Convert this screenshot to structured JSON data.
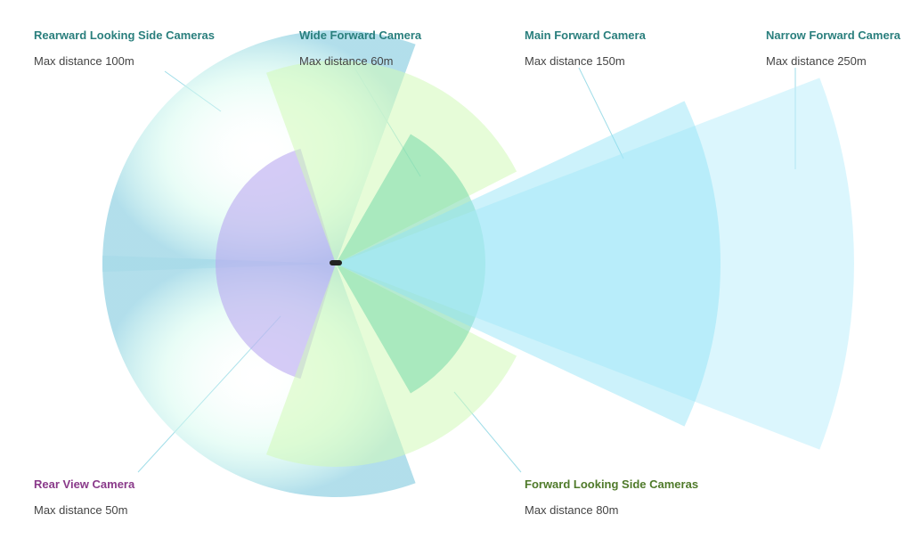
{
  "colors": {
    "rear_side": "#a9dbe9",
    "rear_side_glow": "#d6fbef",
    "wide_forward": "#6cd6a3",
    "main_forward": "#8fe3f6",
    "narrow_forward": "#bdeffb",
    "forward_side": "#d2f9b8",
    "rear_view": "#b9a8f0",
    "car": "#222222",
    "leader": "#9fdde8",
    "title_teal": "#2a7f7d",
    "title_purple": "#8a3a8a",
    "title_green": "#4f7a2a"
  },
  "cameras": [
    {
      "id": "rearward-side",
      "title": "Rearward Looking Side Cameras",
      "distance": "Max distance 100m",
      "color_key": "title_teal"
    },
    {
      "id": "wide-forward",
      "title": "Wide Forward Camera",
      "distance": "Max distance 60m",
      "color_key": "title_teal"
    },
    {
      "id": "main-forward",
      "title": "Main Forward Camera",
      "distance": "Max distance 150m",
      "color_key": "title_teal"
    },
    {
      "id": "narrow-forward",
      "title": "Narrow Forward Camera",
      "distance": "Max distance 250m",
      "color_key": "title_teal"
    },
    {
      "id": "rear-view",
      "title": "Rear View Camera",
      "distance": "Max distance 50m",
      "color_key": "title_purple"
    },
    {
      "id": "forward-side",
      "title": "Forward Looking Side Cameras",
      "distance": "Max distance 80m",
      "color_key": "title_green"
    }
  ]
}
